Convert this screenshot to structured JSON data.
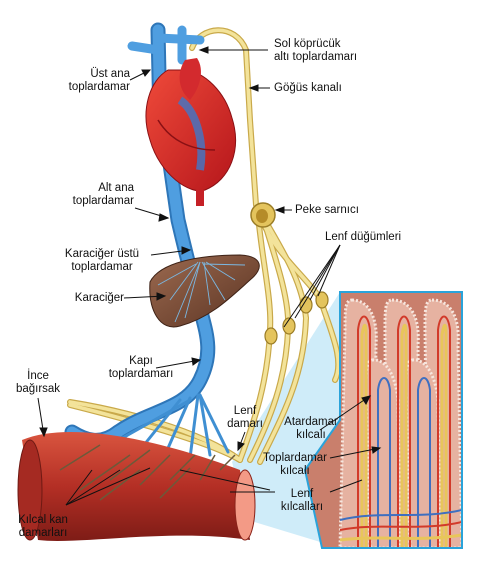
{
  "labels": {
    "sol_kopruculuk": "Sol köprücük\naltı toplardamarı",
    "gogus_kanali": "Göğüs kanalı",
    "ust_ana": "Üst ana\ntoplardamar",
    "alt_ana": "Alt ana\ntoplardamar",
    "peke_sarnici": "Peke sarnıcı",
    "lenf_dugumleri": "Lenf düğümleri",
    "karaciger_ustu": "Karaciğer üstü\ntoplardamar",
    "karaciger": "Karaciğer",
    "kapi": "Kapı\ntoplardamarı",
    "ince_bagirsak": "İnce\nbağırsak",
    "lenf_damari": "Lenf\ndamarı",
    "atardamar_kilcali": "Atardamar\nkılcalı",
    "toplardamar_kilcali": "Toplardamar\nkılcalı",
    "lenf_kilcallari": "Lenf\nkılcalları",
    "kilcal_kan": "Kılcal kan\ndamarları"
  },
  "colors": {
    "vein": "#3f8fd2",
    "lymph": "#f3e39a",
    "lymph_stroke": "#c9a94a",
    "heart": "#d8262a",
    "liver": "#7a4a35",
    "intestine": "#b8342a",
    "inset_bg": "#d9a391",
    "inset_frame": "#2aa3da"
  }
}
